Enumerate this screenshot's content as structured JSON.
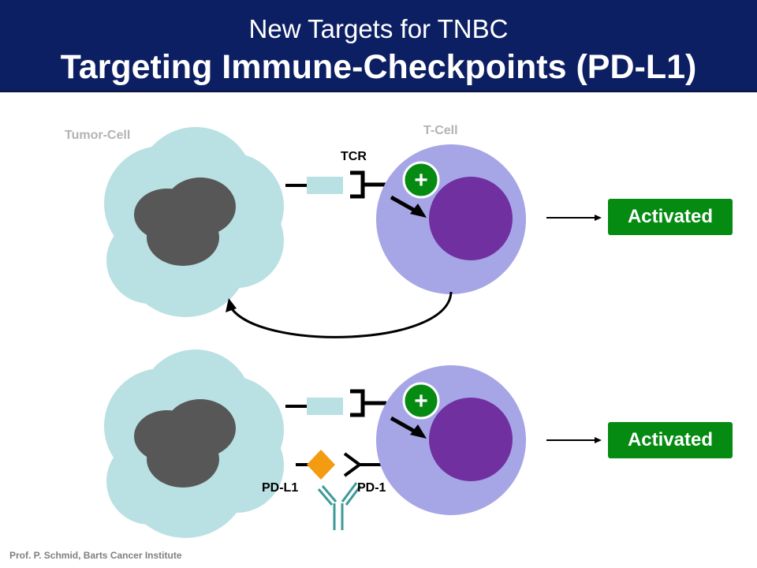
{
  "header": {
    "subtitle": "New Targets for TNBC",
    "title": "Targeting Immune-Checkpoints (PD-L1)"
  },
  "labels": {
    "tumor_cell": "Tumor-Cell",
    "t_cell": "T-Cell",
    "tcr": "TCR",
    "pd_l1": "PD-L1",
    "pd_1": "PD-1",
    "plus": "+"
  },
  "panels": [
    {
      "status": "Activated"
    },
    {
      "status": "Activated"
    }
  ],
  "footer": "Prof. P. Schmid, Barts Cancer Institute",
  "colors": {
    "header_bg": "#0d1f63",
    "tumor_cell": "#b9e0e2",
    "tumor_nucleus": "#575757",
    "t_cell": "#a6a6e6",
    "t_cell_nucleus": "#7030a0",
    "activated": "#058a12",
    "pd_l1": "#f39c12",
    "antibody": "#3e9a9a"
  }
}
